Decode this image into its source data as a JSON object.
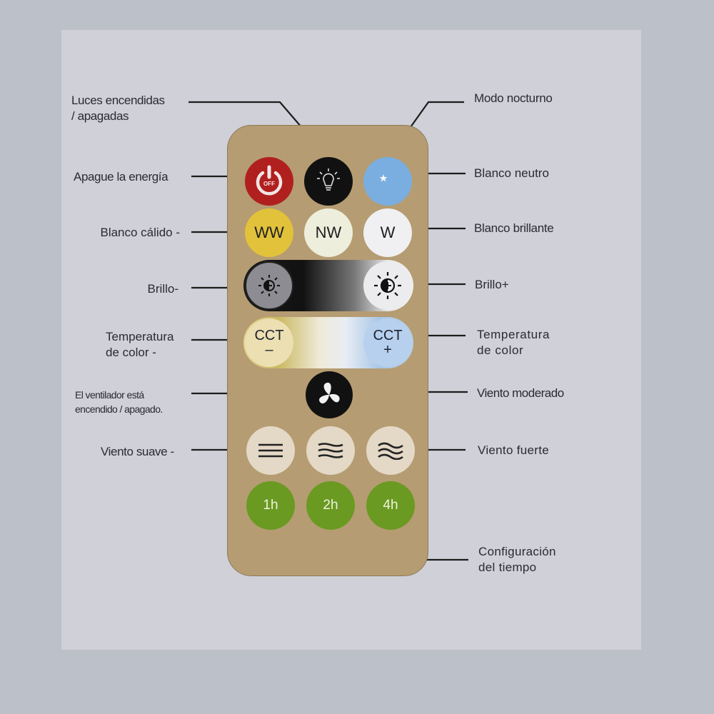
{
  "labels_left": {
    "power_toggle": "Luces encendidas\n/ apagadas",
    "power_off": "Apague la energía",
    "warm_white": "Blanco cálido -",
    "brightness_down": "Brillo-",
    "cct_down": "Temperatura\nde color -",
    "fan_toggle": "El ventilador está\nencendido / apagado.",
    "wind_soft": "Viento suave -"
  },
  "labels_right": {
    "night_mode": "Modo nocturno",
    "neutral_white": "Blanco neutro",
    "bright_white": "Blanco brillante",
    "brightness_up": "Brillo+",
    "cct_up": "Temperatura\nde color",
    "wind_moderate": "Viento moderado",
    "wind_strong": "Viento fuerte",
    "timer": "Configuración\ndel tiempo"
  },
  "remote": {
    "buttons": {
      "off": {
        "text": "OFF",
        "icon": "power-icon",
        "color": "#b0201e"
      },
      "light": {
        "icon": "light-bulb-icon",
        "color": "#111111"
      },
      "night": {
        "icon": "moon-star-icon",
        "color": "#7aaee0"
      },
      "ww": {
        "text": "WW",
        "color": "#e2c23a"
      },
      "nw": {
        "text": "NW",
        "color": "#eeeedc"
      },
      "w": {
        "text": "W",
        "color": "#f0f0f2"
      },
      "brightness_minus": {
        "icon": "brightness-down-icon"
      },
      "brightness_plus": {
        "icon": "brightness-up-icon"
      },
      "cct_minus": {
        "text": "CCT",
        "sign": "–"
      },
      "cct_plus": {
        "text": "CCT",
        "sign": "+"
      },
      "fan": {
        "icon": "fan-icon",
        "color": "#111111"
      },
      "wind1": {
        "icon": "wind-soft-icon"
      },
      "wind2": {
        "icon": "wind-moderate-icon"
      },
      "wind3": {
        "icon": "wind-strong-icon"
      },
      "t1": {
        "text": "1h",
        "color": "#6a9a22"
      },
      "t2": {
        "text": "2h",
        "color": "#6a9a22"
      },
      "t3": {
        "text": "4h",
        "color": "#6a9a22"
      }
    },
    "body_color": "#b59c72"
  }
}
